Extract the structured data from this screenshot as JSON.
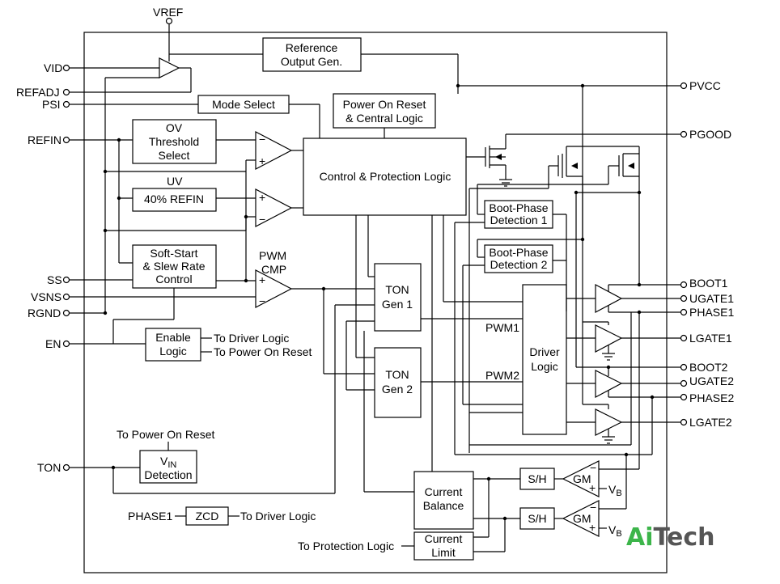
{
  "pins_left": [
    "VID",
    "REFADJ",
    "PSI",
    "REFIN",
    "SS",
    "VSNS",
    "RGND",
    "EN",
    "TON"
  ],
  "pins_right": [
    "PVCC",
    "PGOOD",
    "BOOT1",
    "UGATE1",
    "PHASE1",
    "LGATE1",
    "BOOT2",
    "UGATE2",
    "PHASE2",
    "LGATE2"
  ],
  "pin_top": "VREF",
  "blocks": {
    "reference_output": [
      "Reference",
      "Output Gen."
    ],
    "mode_select": "Mode Select",
    "por": [
      "Power On Reset",
      "& Central Logic"
    ],
    "ov": [
      "OV",
      "Threshold",
      "Select"
    ],
    "uv_label": "UV",
    "refin40": "40% REFIN",
    "control": "Control & Protection Logic",
    "bootphase1": [
      "Boot-Phase",
      "Detection 1"
    ],
    "bootphase2": [
      "Boot-Phase",
      "Detection 2"
    ],
    "softstart": [
      "Soft-Start",
      "& Slew Rate",
      "Control"
    ],
    "pwm_label": [
      "PWM",
      "CMP"
    ],
    "ton1": [
      "TON",
      "Gen 1"
    ],
    "ton2": [
      "TON",
      "Gen 2"
    ],
    "driver": [
      "Driver",
      "Logic"
    ],
    "enable": [
      "Enable",
      "Logic"
    ],
    "vin_detect_main": "V",
    "vin_detect_sub": "IN",
    "vin_detect_line2": "Detection",
    "zcd": "ZCD",
    "current_balance": [
      "Current",
      "Balance"
    ],
    "current_limit": [
      "Current",
      "Limit"
    ],
    "sh": "S/H",
    "gm": "GM",
    "vb_main": "V",
    "vb_sub": "B"
  },
  "labels": {
    "to_driver_logic": "To Driver Logic",
    "to_por": "To Power On Reset",
    "to_por2": "To Power On Reset",
    "phase1_in": "PHASE1",
    "zcd_to_driver": "To Driver Logic",
    "to_protection": "To Protection Logic",
    "pwm1": "PWM1",
    "pwm2": "PWM2",
    "minus": "−",
    "plus": "+"
  },
  "watermark": {
    "part1": "Ai",
    "part2": "Tech",
    "color1": "#3cb54a",
    "color2": "#555555"
  }
}
